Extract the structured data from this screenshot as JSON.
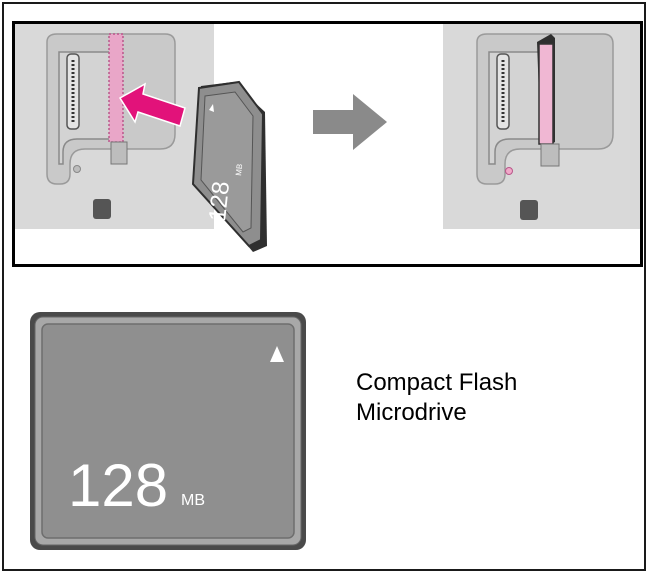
{
  "illustration": {
    "card_label_small": "128",
    "card_unit_small": "MB",
    "colors": {
      "slot_highlight": "#e9a6c8",
      "insert_arrow": "#e2127a",
      "direction_arrow": "#8a8a8a",
      "printer_panel": "#d6d6d6"
    }
  },
  "card": {
    "capacity": "128",
    "unit": "MB",
    "orientation_mark": "triangle-icon",
    "colors": {
      "outer": "#4a4a4a",
      "rim": "#a8a8a8",
      "face": "#8f8f8f"
    }
  },
  "caption": {
    "line1": "Compact Flash",
    "line2": "Microdrive"
  }
}
